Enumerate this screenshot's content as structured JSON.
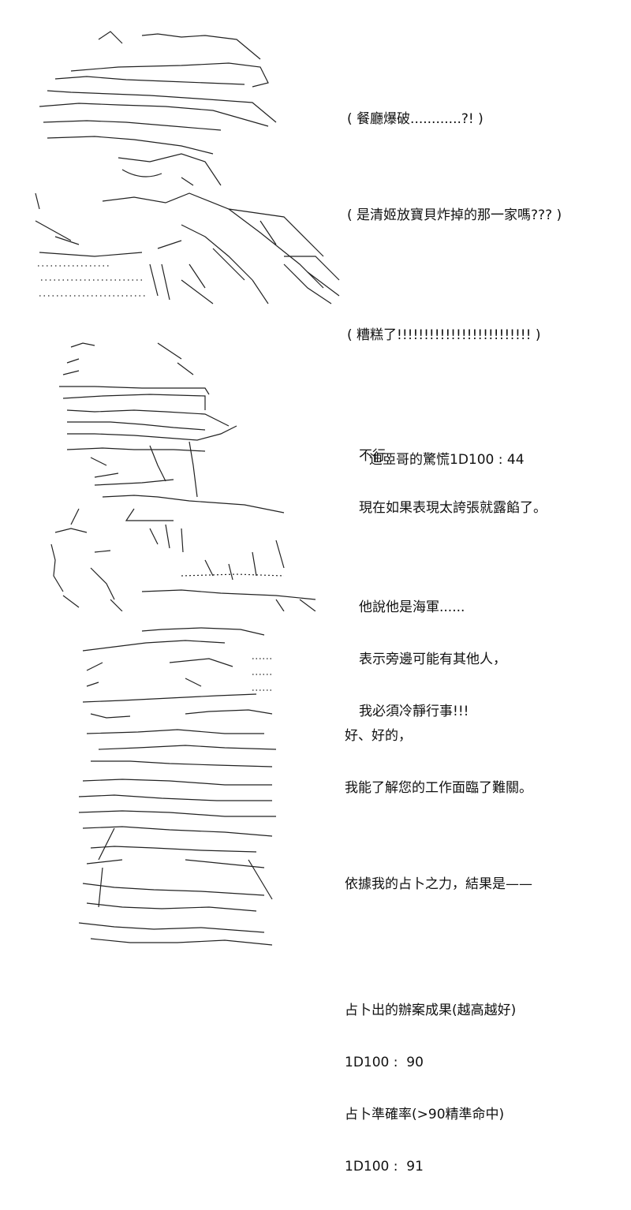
{
  "panel1": {
    "lines": [
      "( 餐廳爆破............?! )",
      "( 是清姬放寶貝炸掉的那一家嗎??? )",
      "( 糟糕了!!!!!!!!!!!!!!!!!!!!!!!!! )",
      "迪亞哥的驚慌1D100 : 44"
    ]
  },
  "panel2": {
    "lines": [
      "不行，",
      "現在如果表現太誇張就露餡了。",
      "他說他是海軍......",
      "表示旁邊可能有其他人，",
      "我必須冷靜行事!!!"
    ]
  },
  "panel3": {
    "lines": [
      "好、好的，",
      "我能了解您的工作面臨了難關。",
      "依據我的占卜之力，結果是——",
      "占卜出的辦案成果(越高越好)",
      "1D100 :  90",
      "占卜準確率(>90精準命中)",
      "1D100 :  91"
    ]
  }
}
